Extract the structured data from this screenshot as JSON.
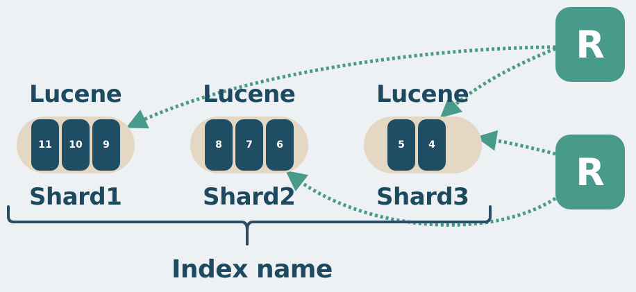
{
  "shards": [
    {
      "lucene_label": "Lucene",
      "shard_label": "Shard1",
      "segments": [
        "11",
        "10",
        "9"
      ]
    },
    {
      "lucene_label": "Lucene",
      "shard_label": "Shard2",
      "segments": [
        "8",
        "7",
        "6"
      ]
    },
    {
      "lucene_label": "Lucene",
      "shard_label": "Shard3",
      "segments": [
        "5",
        "4"
      ]
    }
  ],
  "index_label": "Index name",
  "requests": [
    {
      "label": "R"
    },
    {
      "label": "R"
    }
  ],
  "colors": {
    "background": "#eef1f3",
    "text": "#1e4a5f",
    "shard_pill": "#e4d7c4",
    "segment": "#1f4d63",
    "request_box": "#489a8a",
    "arrow": "#489a8a"
  }
}
